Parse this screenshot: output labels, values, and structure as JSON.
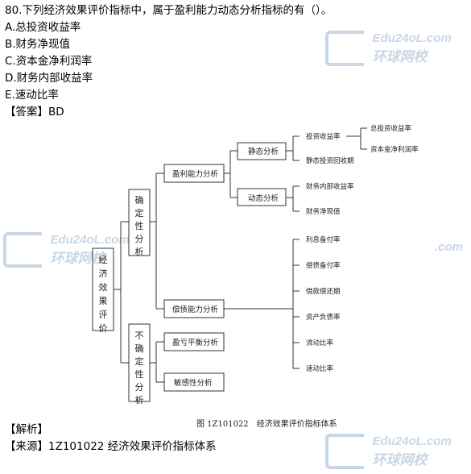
{
  "question": {
    "stem": "80.下列经济效果评价指标中，属于盈利能力动态分析指标的有（）。",
    "options": [
      "A.总投资收益率",
      "B.财务净现值",
      "C.资本金净利润率",
      "D.财务内部收益率",
      "E.速动比率"
    ],
    "answer": "【答案】BD"
  },
  "watermark": {
    "site": "Edu24oL.com",
    "name": "环球网校",
    "partial": ".com"
  },
  "diagram": {
    "root": "经济效果评价",
    "deterministic": "确定性分析",
    "uncertain": "不确定性分析",
    "profitability": "盈利能力分析",
    "solvency": "偿债能力分析",
    "breakeven": "盈亏平衡分析",
    "sensitivity": "敏感性分析",
    "static": "静态分析",
    "dynamic": "动态分析",
    "roi": "投资收益率",
    "payback": "静态投资回收期",
    "total_roi": "总投资收益率",
    "equity_return": "资本金净利润率",
    "firr": "财务内部收益率",
    "fnpv": "财务净现值",
    "solvency_items": [
      "利息备付率",
      "偿债备付率",
      "借款偿还期",
      "资产负债率",
      "流动比率",
      "速动比率"
    ],
    "caption": "图 1Z101022　经济效果评价指标体系"
  },
  "footer": {
    "analysis": "【解析】",
    "source": "【来源】1Z101022 经济效果评价指标体系"
  }
}
